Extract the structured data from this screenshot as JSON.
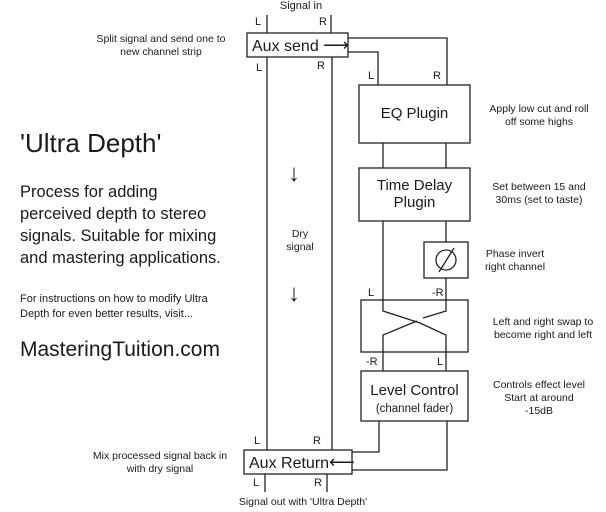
{
  "title": "'Ultra Depth'",
  "description": [
    "Process for adding",
    "perceived depth to stereo",
    "signals. Suitable for mixing",
    "and mastering applications."
  ],
  "instructions": [
    "For instructions on how to modify Ultra",
    "Depth for even better results, visit..."
  ],
  "website": "MasteringTuition.com",
  "signal_in": "Signal in",
  "signal_out": "Signal out with 'Ultra Depth'",
  "dry_signal": [
    "Dry",
    "signal"
  ],
  "channel_labels": {
    "L": "L",
    "R": "R",
    "neg_R": "-R"
  },
  "blocks": {
    "aux_send": {
      "label": "Aux send",
      "arrow": "⟶",
      "note": [
        "Split signal and send one to",
        "new channel strip"
      ]
    },
    "eq": {
      "label": "EQ Plugin",
      "note": [
        "Apply low cut and roll",
        "off some highs"
      ]
    },
    "time_delay": {
      "label": [
        "Time Delay",
        "Plugin"
      ],
      "note": [
        "Set between 15 and",
        "30ms (set to taste)"
      ]
    },
    "phase_invert": {
      "symbol": "∅",
      "note": [
        "Phase invert",
        "right channel"
      ]
    },
    "swap": {
      "note": [
        "Left and right swap to",
        "become right and left"
      ]
    },
    "level_control": {
      "label": "Level Control",
      "sublabel": "(channel fader)",
      "note": [
        "Controls effect level",
        "Start at around",
        "-15dB"
      ]
    },
    "aux_return": {
      "label": "Aux Return",
      "arrow": "⟵",
      "note": [
        "Mix processed signal back in",
        "with dry signal"
      ]
    }
  }
}
